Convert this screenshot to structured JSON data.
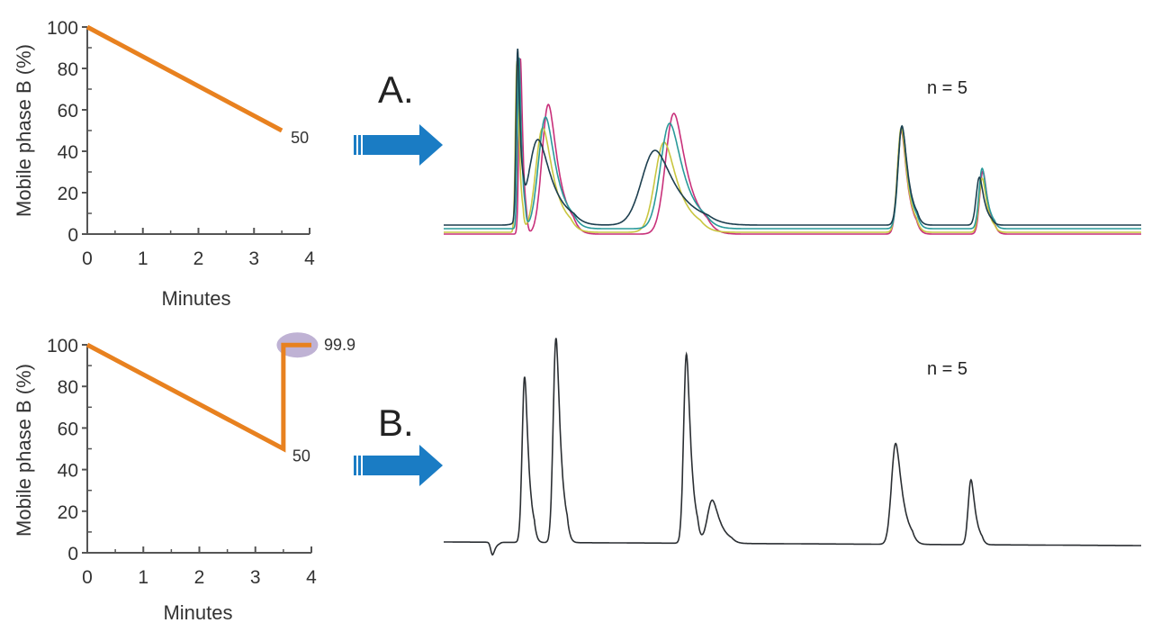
{
  "colors": {
    "gradient_line": "#e8811f",
    "highlight": "#b4a4cc",
    "arrow": "#1a7cc4",
    "axis": "#555555"
  },
  "chart_data": [
    {
      "type": "line",
      "id": "gradient_a",
      "xlabel": "Minutes",
      "ylabel": "Mobile phase B (%)",
      "xlim": [
        0,
        4
      ],
      "ylim": [
        0,
        100
      ],
      "xticks": [
        "0",
        "1",
        "2",
        "3",
        "4"
      ],
      "yticks": [
        "0",
        "20",
        "40",
        "60",
        "80",
        "100"
      ],
      "grid": false,
      "x": [
        0,
        3.5
      ],
      "y": [
        100,
        50
      ],
      "annotations": [
        {
          "text": "50",
          "x": 3.5,
          "y": 50
        }
      ]
    },
    {
      "type": "line",
      "id": "gradient_b",
      "xlabel": "Minutes",
      "ylabel": "Mobile phase B (%)",
      "xlim": [
        0,
        4
      ],
      "ylim": [
        0,
        100
      ],
      "xticks": [
        "0",
        "1",
        "2",
        "3",
        "4"
      ],
      "yticks": [
        "0",
        "20",
        "40",
        "60",
        "80",
        "100"
      ],
      "grid": false,
      "x": [
        0,
        3.5,
        3.5,
        4
      ],
      "y": [
        100,
        50,
        99.9,
        99.9
      ],
      "annotations": [
        {
          "text": "50",
          "x": 3.5,
          "y": 50
        },
        {
          "text": "99.9",
          "x": 4,
          "y": 99.9,
          "highlighted": true
        }
      ]
    },
    {
      "type": "line",
      "id": "chromatogram_a",
      "panel_label": "A.",
      "note": "n = 5",
      "axes_shown": false,
      "series": [
        {
          "color": "#c8307a",
          "baseline": 0,
          "peaks": [
            [
              11.0,
              195,
              0.22
            ],
            [
              15.0,
              144,
              0.9
            ],
            [
              33.0,
              134,
              1.2
            ],
            [
              65.6,
              115,
              0.55
            ],
            [
              77.3,
              70,
              0.45
            ]
          ]
        },
        {
          "color": "#c9c640",
          "baseline": 2,
          "peaks": [
            [
              10.5,
              190,
              0.22
            ],
            [
              14.2,
              116,
              1.0
            ],
            [
              31.6,
              100,
              1.3
            ],
            [
              65.6,
              116,
              0.55
            ],
            [
              77.2,
              60,
              0.45
            ]
          ]
        },
        {
          "color": "#2a9a9a",
          "baseline": 6,
          "peaks": [
            [
              10.8,
              190,
              0.22
            ],
            [
              14.6,
              124,
              1.0
            ],
            [
              32.4,
              117,
              1.3
            ],
            [
              65.7,
              114,
              0.55
            ],
            [
              77.2,
              67,
              0.45
            ]
          ]
        },
        {
          "color": "#1d3f4f",
          "baseline": 10,
          "peaks": [
            [
              10.6,
              188,
              0.22
            ],
            [
              13.5,
              95,
              1.3
            ],
            [
              30.3,
              83,
              1.9
            ],
            [
              65.7,
              110,
              0.55
            ],
            [
              76.8,
              53,
              0.45
            ]
          ]
        }
      ]
    },
    {
      "type": "line",
      "id": "chromatogram_b",
      "panel_label": "B.",
      "note": "n = 5",
      "axes_shown": false,
      "series": [
        {
          "color": "#2b2f33",
          "baseline": 0,
          "peaks": [
            [
              7.0,
              -14,
              0.25
            ],
            [
              11.6,
              184,
              0.35
            ],
            [
              16.1,
              227,
              0.4
            ],
            [
              34.8,
              210,
              0.4
            ],
            [
              38.5,
              48,
              0.7
            ],
            [
              64.8,
              112,
              0.6
            ],
            [
              75.6,
              72,
              0.4
            ]
          ]
        }
      ]
    }
  ]
}
